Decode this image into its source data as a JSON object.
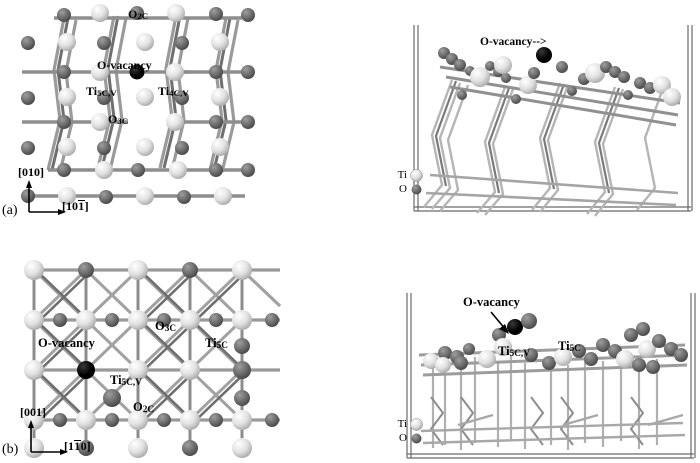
{
  "figure": {
    "panels": [
      {
        "id": "a",
        "panel_label": "(a)",
        "views": [
          {
            "view": "top-view",
            "labels": [
              {
                "name": "o2c-label",
                "text": "O2C"
              },
              {
                "name": "o-vacancy-label",
                "text": "O-vacancy"
              },
              {
                "name": "ti5cv-label",
                "text": "Ti5C,V"
              },
              {
                "name": "ti4cv-label",
                "text": "Ti4C,V"
              },
              {
                "name": "o3c-label",
                "text": "O3C"
              }
            ],
            "axes": [
              {
                "name": "axis-vertical",
                "text": "[010]"
              },
              {
                "name": "axis-horizontal",
                "text": "[101]",
                "overbar_index": 2
              }
            ]
          },
          {
            "view": "perspective-view",
            "labels": [
              {
                "name": "o-vacancy-label",
                "text": "O-vacancy-->"
              }
            ],
            "legend": [
              {
                "name": "legend-ti",
                "text": "Ti",
                "color": "#dcdcdc"
              },
              {
                "name": "legend-o",
                "text": "O",
                "color": "#6e6e6e"
              }
            ]
          }
        ]
      },
      {
        "id": "b",
        "panel_label": "(b)",
        "views": [
          {
            "view": "top-view",
            "labels": [
              {
                "name": "o-vacancy-label",
                "text": "O-vacancy"
              },
              {
                "name": "o3c-label",
                "text": "O3C"
              },
              {
                "name": "ti5c-label",
                "text": "Ti5C"
              },
              {
                "name": "ti5cv-label",
                "text": "Ti5C,V"
              },
              {
                "name": "o2c-label",
                "text": "O2C"
              }
            ],
            "axes": [
              {
                "name": "axis-vertical",
                "text": "[001]"
              },
              {
                "name": "axis-horizontal",
                "text": "[110]",
                "overbar_index": 1
              }
            ]
          },
          {
            "view": "perspective-view",
            "labels": [
              {
                "name": "o-vacancy-label",
                "text": "O-vacancy"
              },
              {
                "name": "ti5cv-label",
                "text": "Ti5C,V"
              },
              {
                "name": "ti5c-label",
                "text": "Ti5C"
              }
            ],
            "legend": [
              {
                "name": "legend-ti",
                "text": "Ti",
                "color": "#dcdcdc"
              },
              {
                "name": "legend-o",
                "text": "O",
                "color": "#6e6e6e"
              }
            ]
          }
        ]
      }
    ],
    "atom_colors": {
      "titanium": "#dcdcdc",
      "oxygen": "#6e6e6e",
      "vacancy": "#000000",
      "bond_light": "#c8c8c8",
      "bond_dark": "#787878"
    }
  }
}
